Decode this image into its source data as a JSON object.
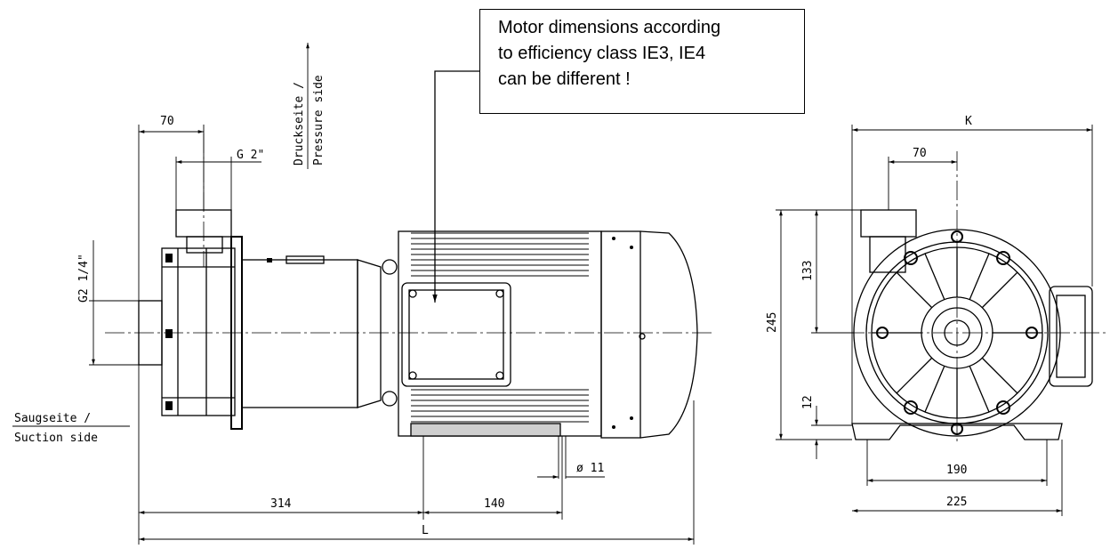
{
  "note": {
    "lines": [
      "Motor dimensions according",
      "to efficiency class IE3, IE4",
      "can be different !"
    ]
  },
  "labels": {
    "pressure_de": "Druckseite /",
    "pressure_en": "Pressure side",
    "suction_de": "Saugseite /",
    "suction_en": "Suction side"
  },
  "dimensions": {
    "side_70": "70",
    "g2": "G 2\"",
    "g2_14": "G2 1/4\"",
    "d314": "314",
    "d140": "140",
    "phi11": "ø 11",
    "L": "L",
    "K": "K",
    "front_70": "70",
    "d133": "133",
    "d245": "245",
    "d12": "12",
    "d190": "190",
    "d225": "225"
  }
}
